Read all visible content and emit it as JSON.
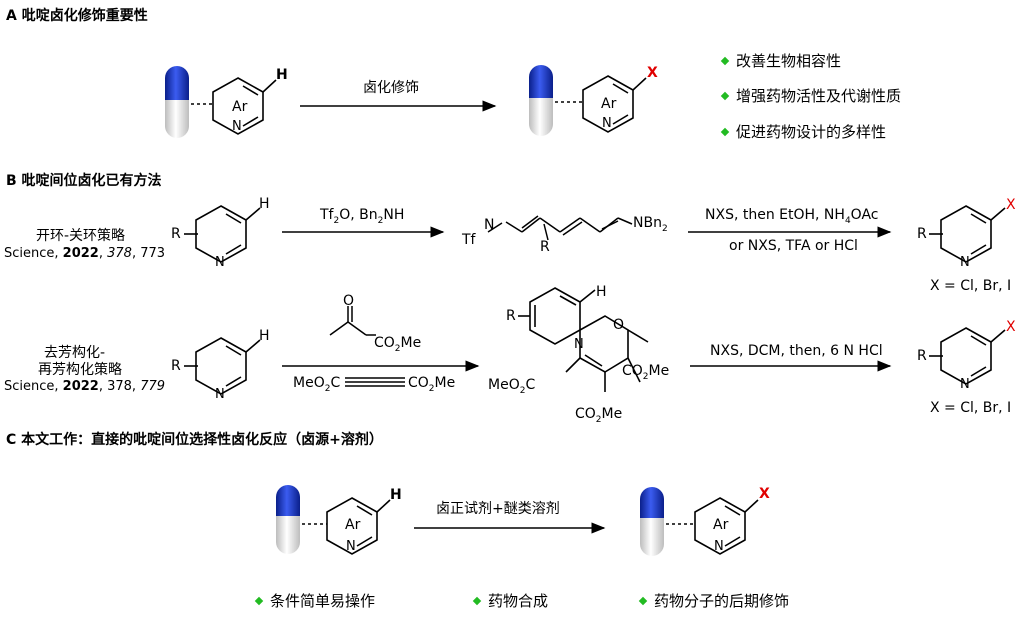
{
  "section_a": {
    "title": "A 吡啶卤化修饰重要性",
    "reaction_label": "卤化修饰",
    "ring_label": "Ar",
    "h_label": "H",
    "x_label": "X",
    "n_label": "N",
    "bullets": [
      "改善生物相容性",
      "增强药物活性及代谢性质",
      "促进药物设计的多样性"
    ]
  },
  "section_b": {
    "title": "B 吡啶间位卤化已有方法",
    "method1": {
      "name": "开环-关环策略",
      "ref_journal": "Science, ",
      "ref_year": "2022",
      "ref_sep": ", ",
      "ref_volume": "378",
      "ref_page": ", 773",
      "reagent1_a": "Tf",
      "reagent1_sub": "2",
      "reagent1_b": "O, Bn",
      "reagent1_sub2": "2",
      "reagent1_c": "NH",
      "intermediate_left": "Tf",
      "intermediate_n": "N",
      "intermediate_right": "NBn",
      "intermediate_right_sub": "2",
      "intermediate_r": "R",
      "reagent2_top_a": "NXS,  then EtOH, NH",
      "reagent2_top_sub": "4",
      "reagent2_top_b": "OAc",
      "reagent2_bottom": "or NXS, TFA or HCl",
      "product_note": "X = Cl, Br, I"
    },
    "method2": {
      "name_line1": "去芳构化-",
      "name_line2": "再芳构化策略",
      "ref_journal": "Science, ",
      "ref_year": "2022",
      "ref_volume": ", 378, ",
      "ref_page": "779",
      "reagent_top_a": "CO",
      "reagent_top_sub": "2",
      "reagent_top_b": "Me",
      "reagent_bottom_left_a": "MeO",
      "reagent_bottom_left_sub": "2",
      "reagent_bottom_left_b": "C",
      "reagent_bottom_right_a": "CO",
      "reagent_bottom_right_sub": "2",
      "reagent_bottom_right_b": "Me",
      "intermediate_o": "O",
      "intermediate_n": "N",
      "intermediate_r": "R",
      "intermediate_h": "H",
      "intermediate_co2me_right_a": "CO",
      "intermediate_co2me_right_sub": "2",
      "intermediate_co2me_right_b": "Me",
      "intermediate_meo2c_a": "MeO",
      "intermediate_meo2c_sub": "2",
      "intermediate_meo2c_b": "C",
      "intermediate_co2me_bottom_a": "CO",
      "intermediate_co2me_bottom_sub": "2",
      "intermediate_co2me_bottom_b": "Me",
      "reagent2": "NXS, DCM, then, 6 N HCl",
      "product_note": "X = Cl, Br, I"
    },
    "r_label": "R",
    "h_label": "H",
    "x_label": "X",
    "n_label": "N"
  },
  "section_c": {
    "title": "C 本文工作：直接的吡啶间位选择性卤化反应（卤源+溶剂）",
    "reaction_label": "卤正试剂+醚类溶剂",
    "ring_label": "Ar",
    "h_label": "H",
    "x_label": "X",
    "n_label": "N",
    "bullets": [
      "条件简单易操作",
      "药物合成",
      "药物分子的后期修饰"
    ]
  },
  "colors": {
    "capsule_blue": "#1f3fbf",
    "capsule_white": "#e8e8e8",
    "x_red": "#e00000",
    "bullet_green": "#22bb22"
  }
}
